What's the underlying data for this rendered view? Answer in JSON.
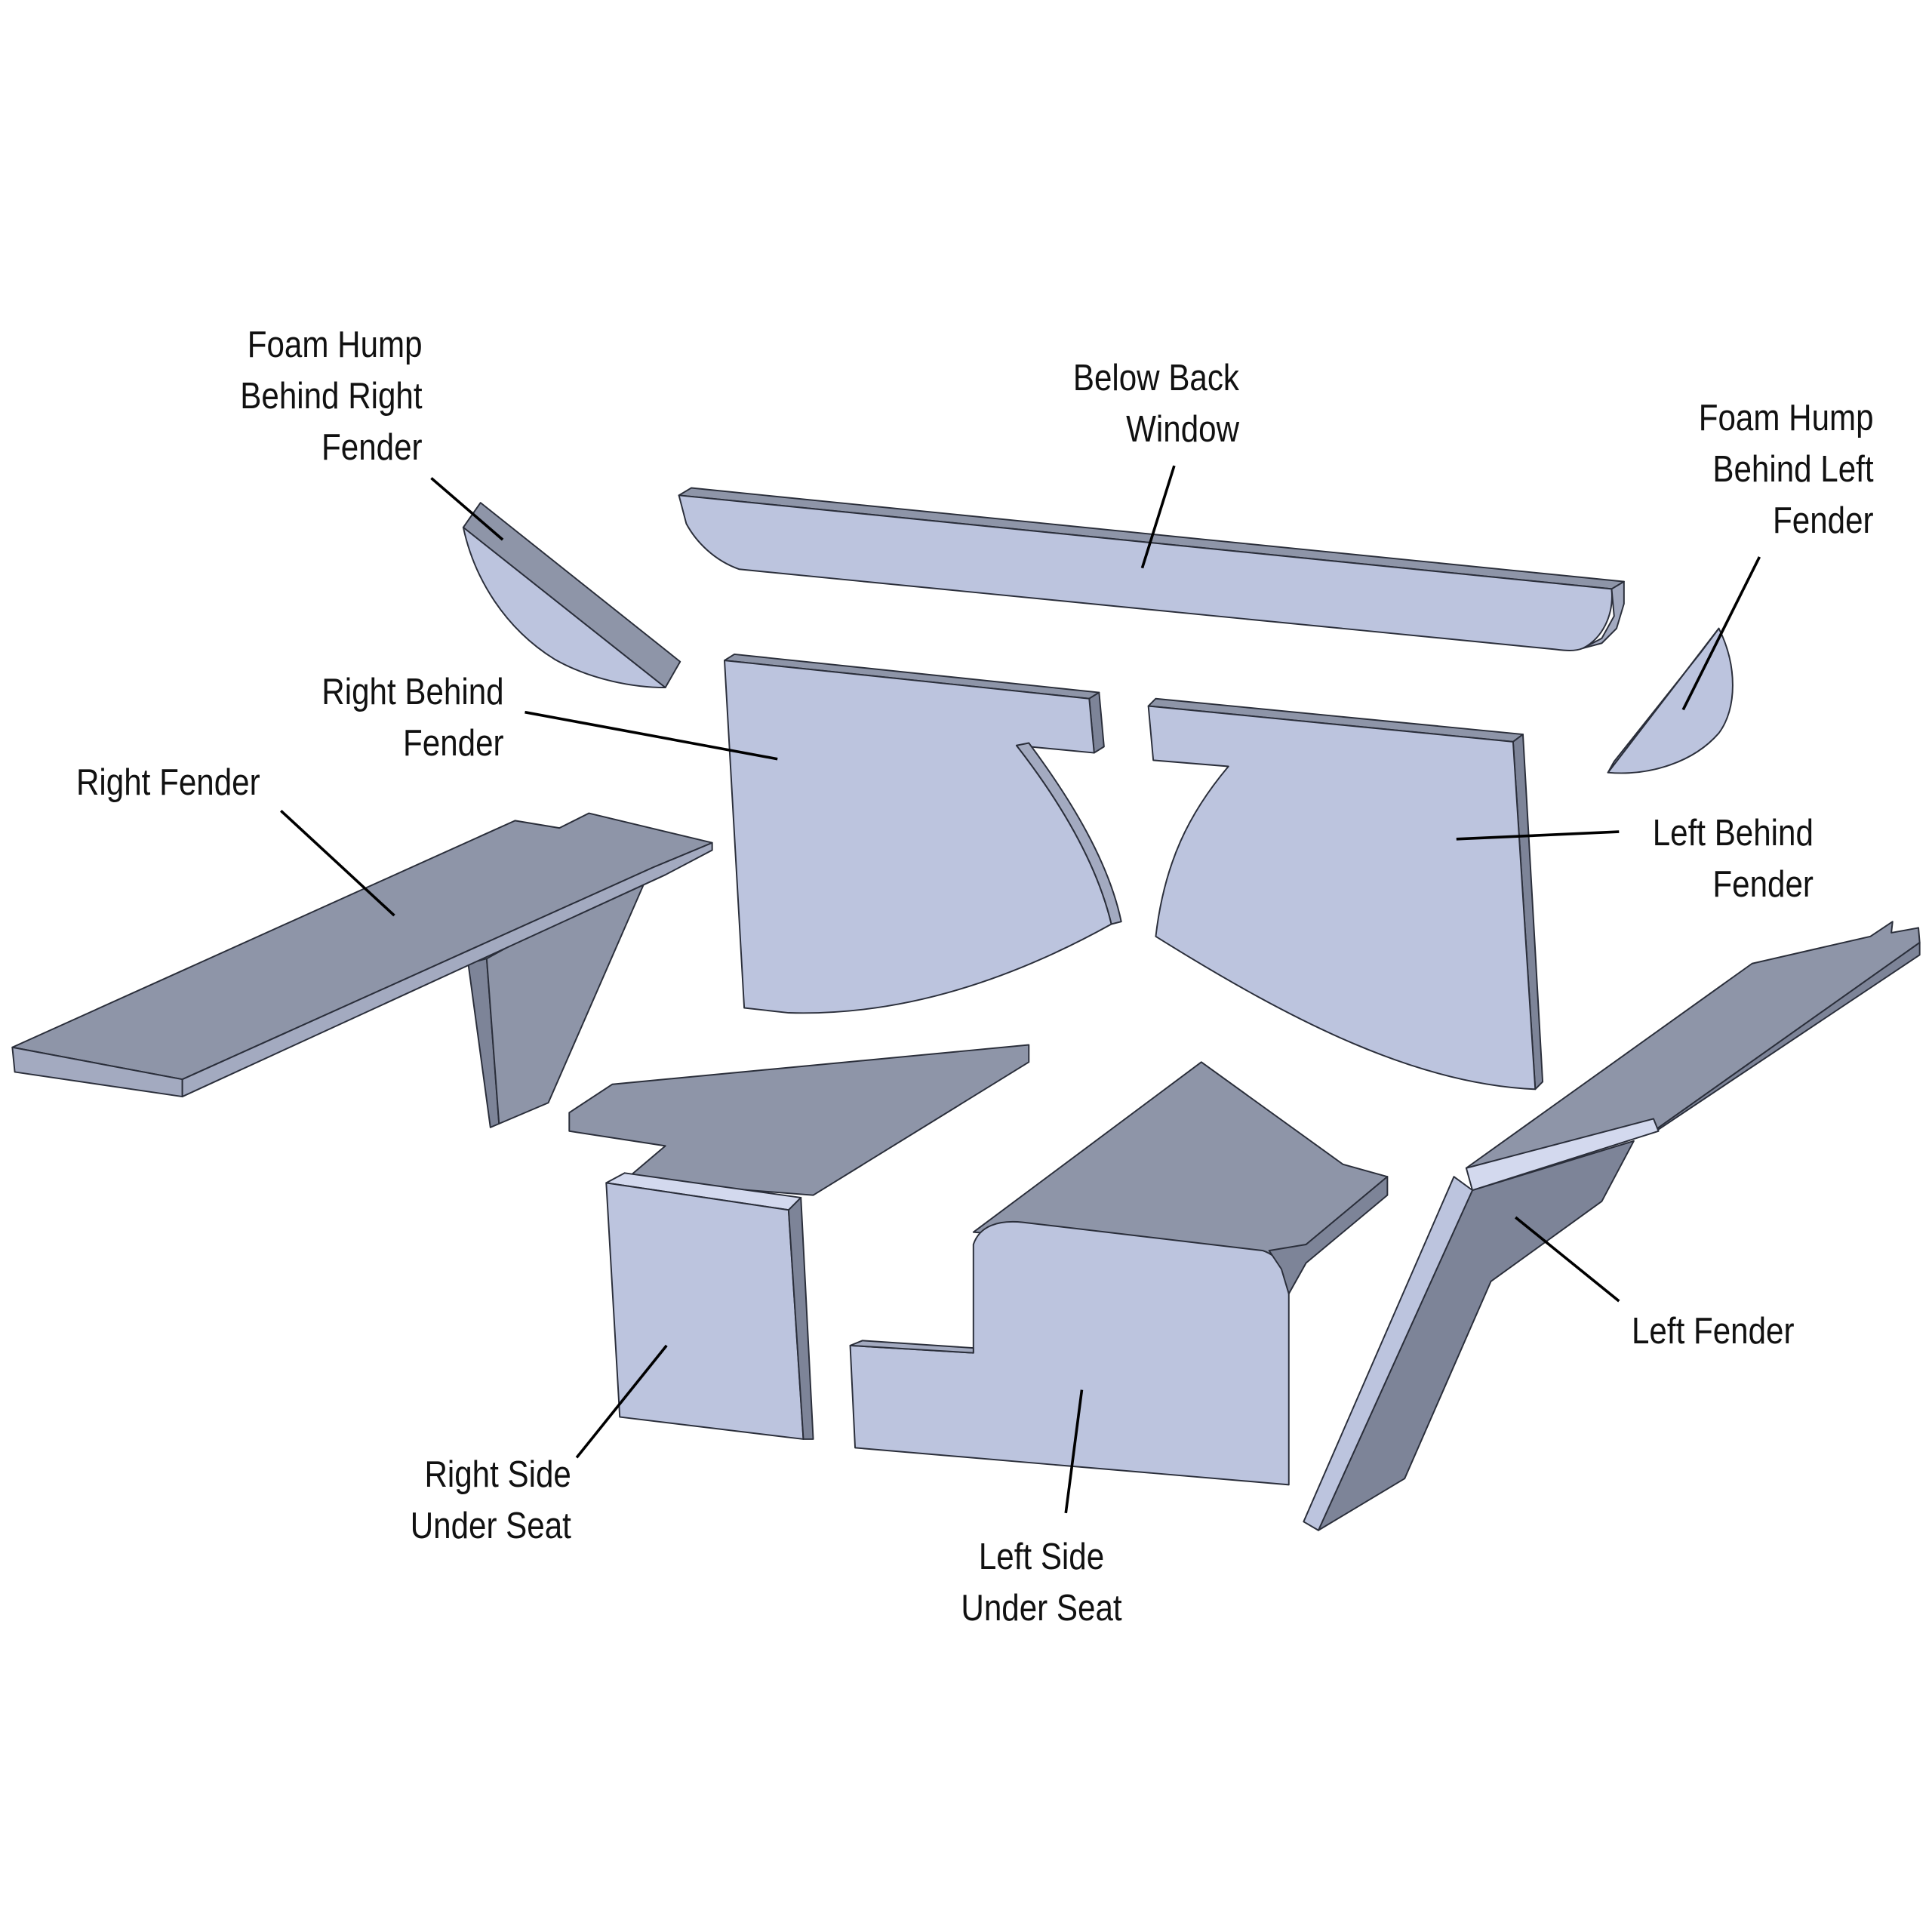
{
  "diagram": {
    "title": "",
    "subject": "Exploded view of insulation / foam panel pieces",
    "colors": {
      "face_light": "#bcc4de",
      "face_dark": "#8e95a8",
      "edge": "#2a2e3a",
      "label_text": "#111111",
      "background": "#ffffff"
    },
    "labels": [
      {
        "id": "foam-hump-right",
        "lines": [
          "Foam Hump",
          "Behind Right",
          "Fender"
        ]
      },
      {
        "id": "below-back-window",
        "lines": [
          "Below Back",
          "Window"
        ]
      },
      {
        "id": "foam-hump-left",
        "lines": [
          "Foam Hump",
          "Behind Left",
          "Fender"
        ]
      },
      {
        "id": "right-behind-fender",
        "lines": [
          "Right Behind",
          "Fender"
        ]
      },
      {
        "id": "right-fender",
        "lines": [
          "Right Fender"
        ]
      },
      {
        "id": "left-behind-fender",
        "lines": [
          "Left Behind",
          "Fender"
        ]
      },
      {
        "id": "left-fender",
        "lines": [
          "Left Fender"
        ]
      },
      {
        "id": "right-side-under-seat",
        "lines": [
          "Right Side",
          "Under Seat"
        ]
      },
      {
        "id": "left-side-under-seat",
        "lines": [
          "Left Side",
          "Under Seat"
        ]
      }
    ]
  }
}
